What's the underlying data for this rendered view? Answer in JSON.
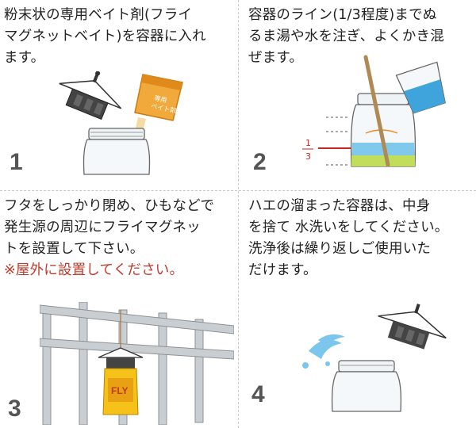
{
  "steps": [
    {
      "number": "1",
      "lines": [
        "粉末状の専用ベイト剤(フライ",
        "マグネットベイト)を容器に入れ",
        "ます。"
      ],
      "packet_label": [
        "専用",
        "ベイト剤"
      ]
    },
    {
      "number": "2",
      "lines": [
        "容器のライン(1/3程度)までぬ",
        "るま湯や水を注ぎ、よくかき混",
        "ぜます。"
      ],
      "fraction": {
        "numerator": "1",
        "denominator": "3"
      }
    },
    {
      "number": "3",
      "lines": [
        "フタをしっかり閉め、ひもなどで",
        "発生源の周辺にフライマグネッ",
        "トを設置して下さい。"
      ],
      "warning": "※屋外に設置してください。",
      "trap_label": "FLY"
    },
    {
      "number": "4",
      "lines": [
        "ハエの溜まった容器は、中身",
        "を捨て 水洗いをしてください。",
        "洗浄後は繰り返しご使用いた",
        "だけます。"
      ]
    }
  ],
  "colors": {
    "warning": "#c0392b",
    "water": "#3fa4dc",
    "bait_green": "#c6e04a",
    "packet": "#f2a93b",
    "cap": "#444444",
    "guide_line": "#cc2222"
  }
}
